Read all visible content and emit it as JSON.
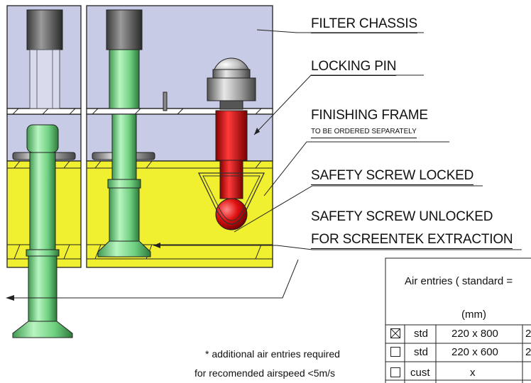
{
  "labels": {
    "filter_chassis": "FILTER CHASSIS",
    "locking_pin": "LOCKING PIN",
    "finishing_frame": "FINISHING FRAME",
    "finishing_frame_note": "TO BE ORDERED SEPARATELY",
    "safety_screw_locked": "SAFETY SCREW LOCKED",
    "safety_screw_unlocked_1": "SAFETY SCREW UNLOCKED",
    "safety_screw_unlocked_2": "FOR SCREENTEK EXTRACTION"
  },
  "note": {
    "line1": "* additional air entries required",
    "line2": "for recomended airspeed <5m/s"
  },
  "table": {
    "header": "Air entries ( standard =",
    "unit": "(mm)",
    "rows": [
      {
        "checked": true,
        "type": "std",
        "size": "220 x 800",
        "extra": "2"
      },
      {
        "checked": false,
        "type": "std",
        "size": "220 x 600",
        "extra": "2"
      },
      {
        "checked": false,
        "type": "cust",
        "size": "x",
        "extra": ""
      }
    ]
  },
  "colors": {
    "chassis": "#c8cbe6",
    "frame": "#f0f030",
    "screw": "#7fe090",
    "locked_screw": "#dd1111",
    "cap": "#b8b8b8"
  }
}
